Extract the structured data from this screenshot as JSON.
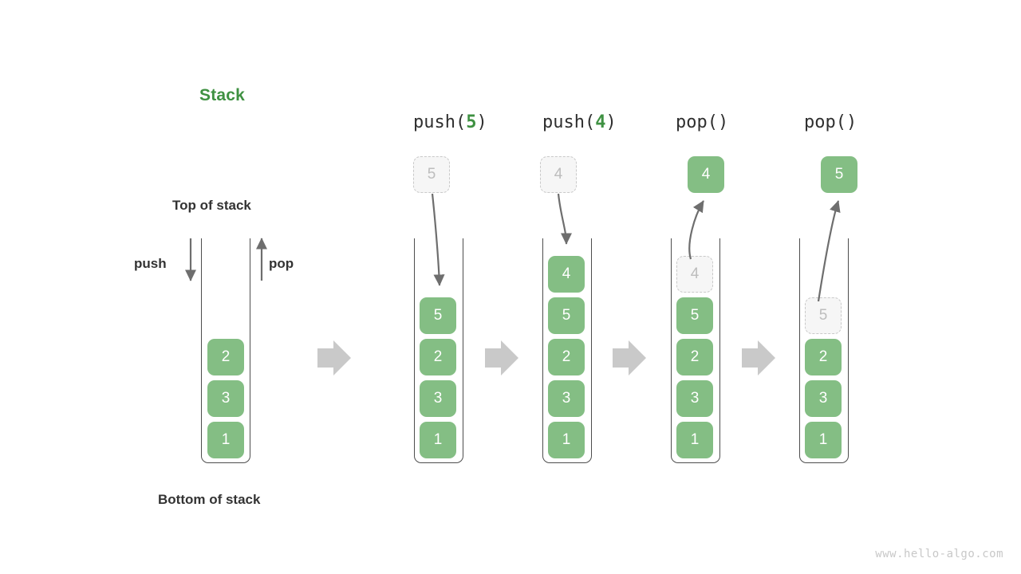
{
  "diagram": {
    "title": "Stack",
    "title_color": "#3f9142",
    "fill_color": "#84be84",
    "ghost_color": "#f6f6f6",
    "ghost_text_color": "#bdbdbd",
    "container_color": "#4d4d4d",
    "arrow_color": "#6e6e6e",
    "separator_color": "#c9c9c9",
    "watermark": "www.hello-algo.com",
    "annotations": {
      "top_of_stack": "Top of stack",
      "bottom_of_stack": "Bottom of stack",
      "push": "push",
      "pop": "pop"
    },
    "columns": [
      {
        "id": "initial",
        "header": null,
        "header_prefix": null,
        "header_arg": null,
        "header_suffix": null,
        "incoming": null,
        "outgoing": null,
        "ghost_in_stack": null,
        "stack_top_to_bottom": [
          "2",
          "3",
          "1"
        ]
      },
      {
        "id": "push-5",
        "header_prefix": "push(",
        "header_arg": "5",
        "header_suffix": ")",
        "incoming": "5",
        "outgoing": null,
        "ghost_in_stack": null,
        "stack_top_to_bottom": [
          "5",
          "2",
          "3",
          "1"
        ]
      },
      {
        "id": "push-4",
        "header_prefix": "push(",
        "header_arg": "4",
        "header_suffix": ")",
        "incoming": "4",
        "outgoing": null,
        "ghost_in_stack": null,
        "stack_top_to_bottom": [
          "4",
          "5",
          "2",
          "3",
          "1"
        ]
      },
      {
        "id": "pop-1",
        "header_prefix": "pop(",
        "header_arg": "",
        "header_suffix": ")",
        "incoming": null,
        "outgoing": "4",
        "ghost_in_stack": "4",
        "stack_top_to_bottom": [
          "5",
          "2",
          "3",
          "1"
        ]
      },
      {
        "id": "pop-2",
        "header_prefix": "pop(",
        "header_arg": "",
        "header_suffix": ")",
        "incoming": null,
        "outgoing": "5",
        "ghost_in_stack": "5",
        "stack_top_to_bottom": [
          "2",
          "3",
          "1"
        ]
      }
    ],
    "separators": [
      "flow-arrow",
      "flow-arrow",
      "flow-arrow",
      "flow-arrow"
    ]
  }
}
